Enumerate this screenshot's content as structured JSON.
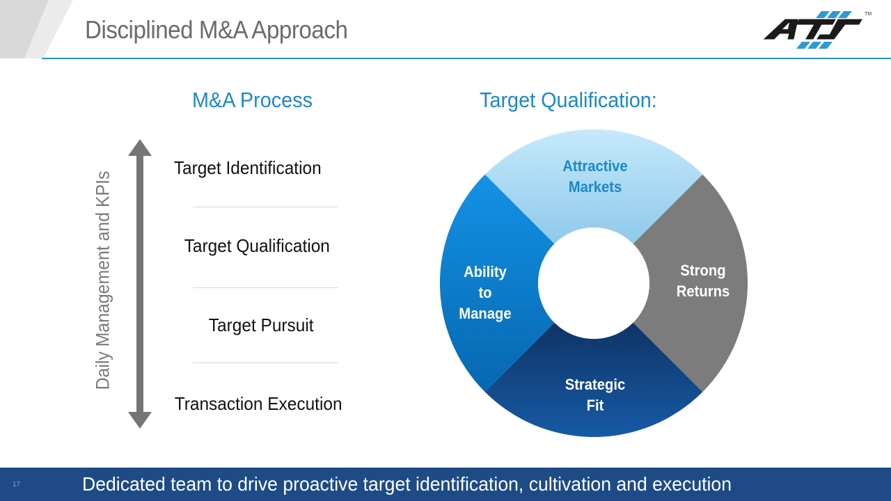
{
  "header": {
    "title": "Disciplined M&A Approach",
    "logo": {
      "text": "ATS",
      "trademark": "TM",
      "accent_color": "#2b9ad6"
    },
    "rule_color": "#2a8fd0"
  },
  "process": {
    "heading": "M&A Process",
    "side_label": "Daily Management and KPIs",
    "steps": [
      {
        "label": "Target Identification"
      },
      {
        "label": "Target Qualification"
      },
      {
        "label": "Target Pursuit"
      },
      {
        "label": "Transaction Execution"
      }
    ]
  },
  "qualification": {
    "heading": "Target Qualification:",
    "segments": [
      {
        "label_line1": "Attractive",
        "label_line2": "Markets",
        "color": "#a9dcf6",
        "text_color": "#1b88cc"
      },
      {
        "label_line1": "Strong",
        "label_line2": "Returns",
        "color": "#7c7c7c",
        "text_color": "#ffffff"
      },
      {
        "label_line1": "Strategic",
        "label_line2": "Fit",
        "color": "#123e78",
        "text_color": "#ffffff"
      },
      {
        "label_line1": "Ability",
        "label_line2": "to",
        "label_line3": "Manage",
        "color": "#0a82d8",
        "text_color": "#ffffff"
      }
    ]
  },
  "footer": {
    "page_number": "17",
    "text": "Dedicated team to drive proactive target identification, cultivation and execution",
    "bg_color": "#1e4b85"
  }
}
